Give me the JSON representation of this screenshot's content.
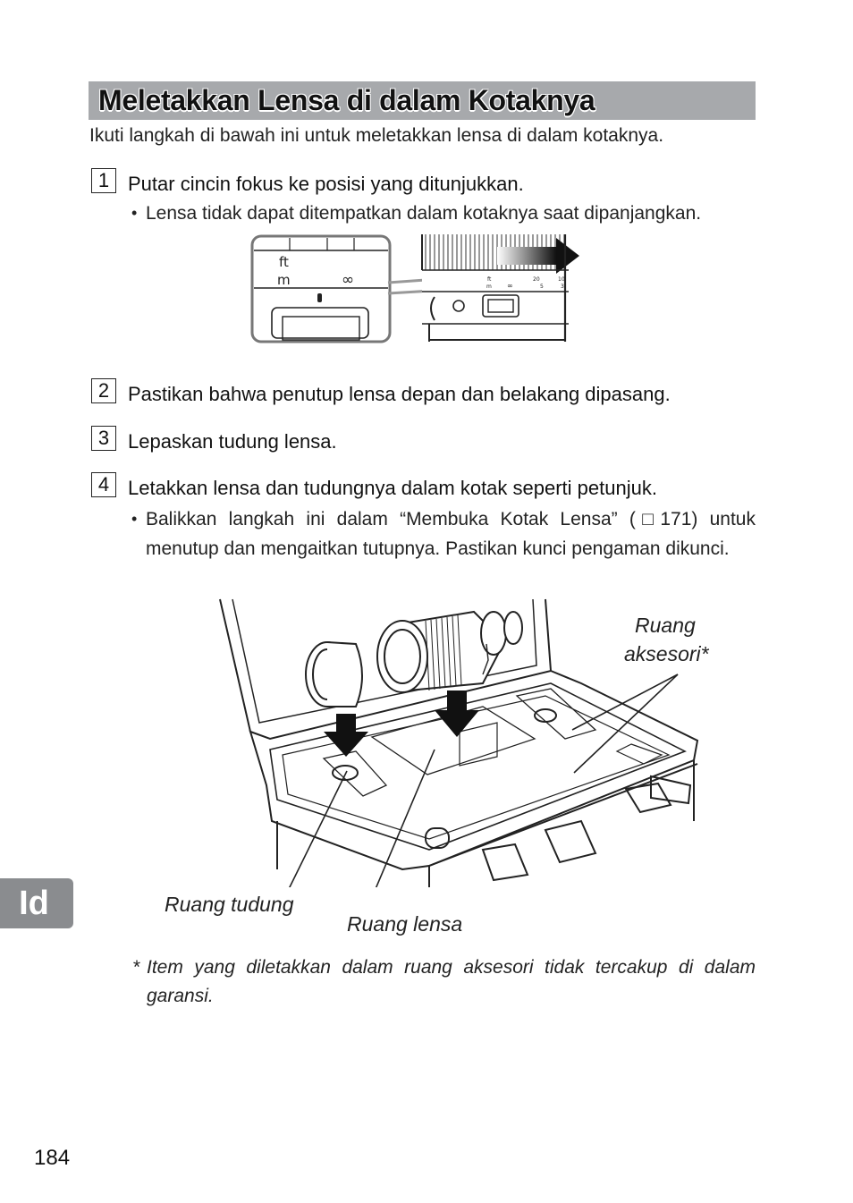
{
  "section": {
    "title": "Meletakkan Lensa di dalam Kotaknya",
    "intro": "Ikuti langkah di bawah ini untuk meletakkan lensa di dalam kotaknya."
  },
  "steps": [
    {
      "number": "1",
      "text": "Putar cincin fokus ke posisi yang ditunjukkan."
    },
    {
      "number": "2",
      "text": "Pastikan bahwa penutup lensa depan dan belakang dipasang."
    },
    {
      "number": "3",
      "text": "Lepaskan tudung lensa."
    },
    {
      "number": "4",
      "text": "Letakkan lensa dan tudungnya dalam kotak seperti petunjuk."
    }
  ],
  "bullets": {
    "step1": "Lensa tidak dapat ditempatkan dalam kotaknya saat dipanjangkan.",
    "step4": "Balikkan langkah ini dalam “Membuka Kotak Lensa” (□171) untuk menutup dan mengaitkan tutupnya. Pastikan kunci pengaman dikunci."
  },
  "focus_scale": {
    "ft": "ft",
    "m": "m",
    "infinity": "∞",
    "small_ft": "ft",
    "small_m": "m",
    "small_inf": "∞",
    "n20": "20",
    "n10": "10",
    "n5": "5",
    "n3": "3"
  },
  "case_labels": {
    "accessory_line1": "Ruang",
    "accessory_line2": "aksesori*",
    "hood": "Ruang tudung",
    "lens": "Ruang lensa"
  },
  "footnote": {
    "mark": "*",
    "text": "Item yang diletakkan dalam ruang aksesori tidak tercakup di dalam garansi."
  },
  "language_tab": "Id",
  "page_number": "184"
}
